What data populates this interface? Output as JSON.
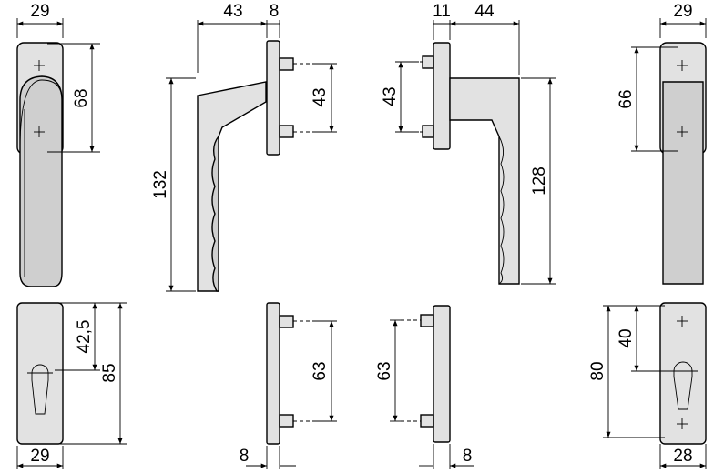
{
  "dimensions": {
    "front_left_top_width": "29",
    "front_left_screw_spacing": "68",
    "side_left_projection": "43",
    "side_left_plate": "8",
    "side_left_height": "132",
    "side_left_screw_spacing": "43",
    "side_right_plate": "11",
    "side_right_projection": "44",
    "side_right_screw_spacing": "43",
    "side_right_height": "128",
    "front_right_top_width": "29",
    "front_right_screw_spacing": "66",
    "escutcheon_left_offset": "42,5",
    "escutcheon_left_height": "85",
    "escutcheon_left_width": "29",
    "plate_left_screw_spacing": "63",
    "plate_left_thickness": "8",
    "plate_right_screw_spacing": "63",
    "plate_right_thickness": "8",
    "escutcheon_right_height": "80",
    "escutcheon_right_offset": "40",
    "escutcheon_right_width": "28"
  }
}
